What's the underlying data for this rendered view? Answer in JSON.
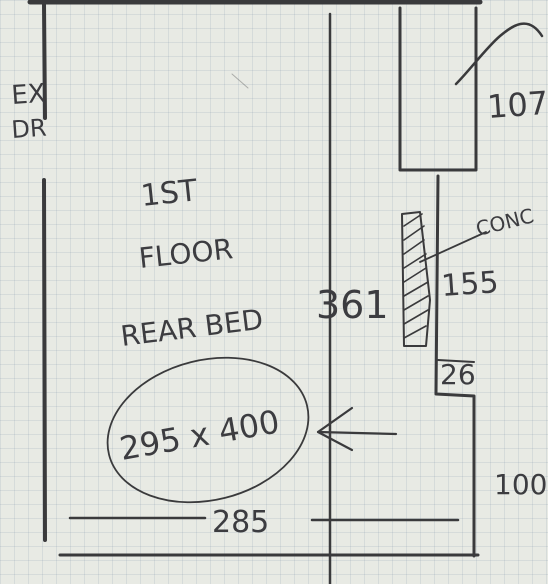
{
  "sheet": {
    "paper": "graph-paper",
    "ink_color": "#3a3a3c",
    "paper_color": "#e8eae4"
  },
  "labels": {
    "ex_line1": "EX",
    "ex_line2": "DR",
    "room_line1": "1ST",
    "room_line2": "FLOOR",
    "room_line3": "REAR BED",
    "room_size": "295 x 400",
    "height_361": "361",
    "dim_107": "107",
    "dim_155": "155",
    "dim_26": "26",
    "dim_100": "100",
    "dim_285": "285",
    "conc_note": "CONC"
  }
}
